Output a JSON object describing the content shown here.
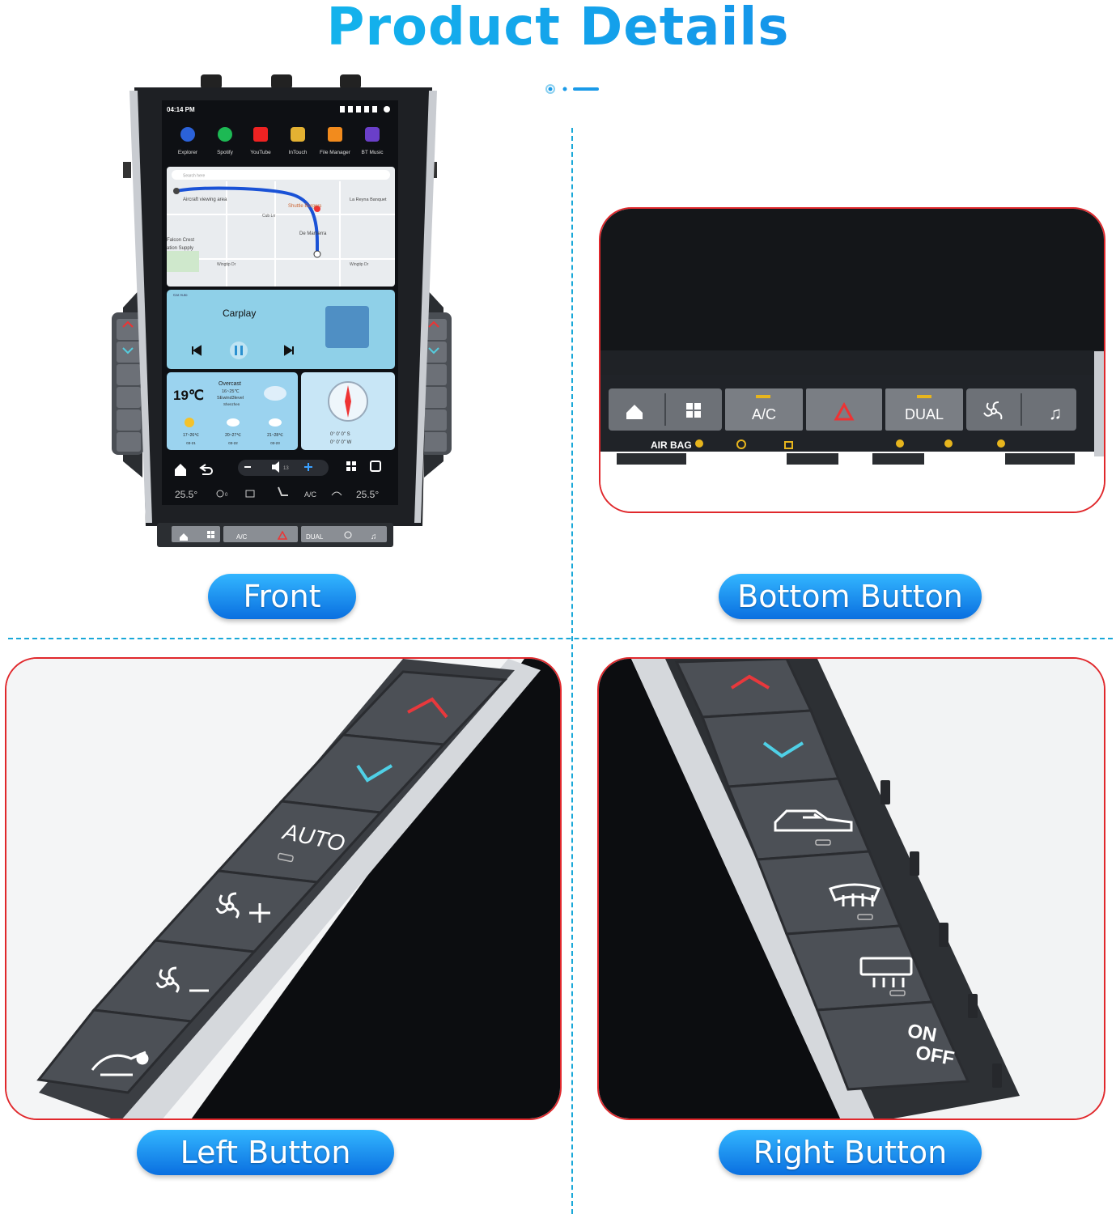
{
  "page": {
    "title": "Product Details"
  },
  "labels": {
    "front": "Front",
    "bottom": "Bottom Button",
    "left": "Left Button",
    "right": "Right Button"
  },
  "colors": {
    "accent": "#1a8fe8",
    "panel_border": "#e0282c",
    "divider": "#19a8d8"
  },
  "screen": {
    "time": "04:14 PM",
    "apps": [
      {
        "label": "Explorer"
      },
      {
        "label": "Spotify"
      },
      {
        "label": "YouTube"
      },
      {
        "label": "InTouch"
      },
      {
        "label": "File Manager"
      },
      {
        "label": "BT Music"
      }
    ],
    "search_placeholder": "Search here",
    "map": {
      "labels": [
        "Aircraft viewing area",
        "Shuttle Burgers",
        "La Reyna Banquet",
        "Cub Ln",
        "De Martierra",
        "Falcon Crest",
        "ation Supply",
        "Wingtip Dr",
        "Wingtip Dr"
      ]
    },
    "media": {
      "small_label": "Car Auto",
      "title": "Carplay"
    },
    "weather": {
      "temp": "19℃",
      "condition": "Overcast",
      "range": "16~25℃",
      "wind": "SEwind3level",
      "city": "Shenzhen",
      "forecast": [
        {
          "range": "17~26℃",
          "date": "03-21"
        },
        {
          "range": "20~27℃",
          "date": "03-22"
        },
        {
          "range": "21~28℃",
          "date": "03-23"
        }
      ]
    },
    "compass": {
      "line1": "0° 0' 0\"  S",
      "line2": "0° 0' 0\"  W"
    },
    "volume": "13",
    "climate": {
      "temp_left": "25.5°",
      "temp_right": "25.5°",
      "ac": "A/C",
      "fan": "0"
    }
  },
  "buttons": {
    "ac": "A/C",
    "dual": "DUAL",
    "airbag": "AIR BAG",
    "auto": "AUTO",
    "on": "ON",
    "off": "OFF"
  }
}
